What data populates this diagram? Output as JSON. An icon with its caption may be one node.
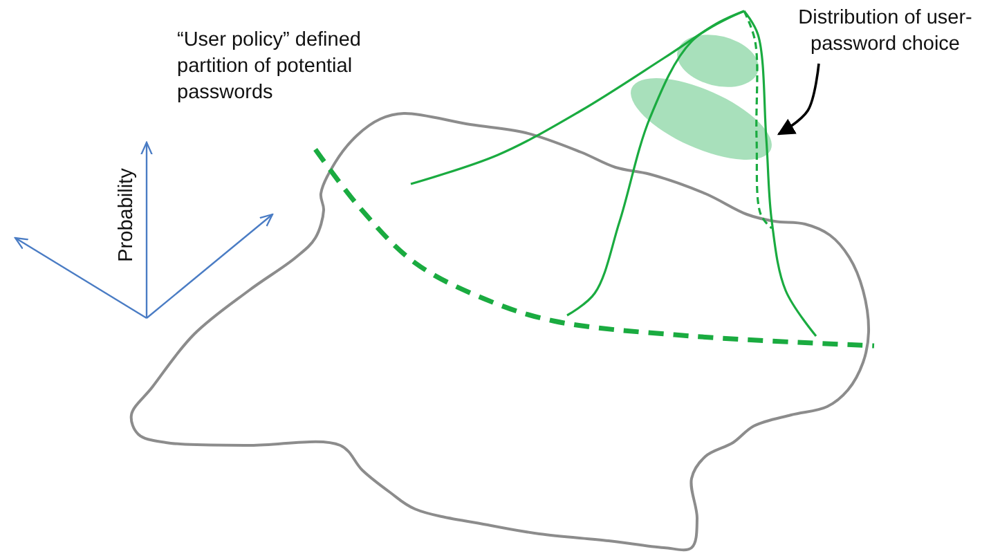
{
  "diagram": {
    "nodes": [
      {
        "text": [
          "Distribution of user-password choice"
        ]
      },
      {
        "text": [],
        "shape": "picture"
      }
    ],
    "edges": [
      {
        "from": 0,
        "to": 1,
        "arrow": "to"
      }
    ],
    "labels": [
      "“User policy” defined partition of potential passwords",
      "Probability"
    ]
  }
}
